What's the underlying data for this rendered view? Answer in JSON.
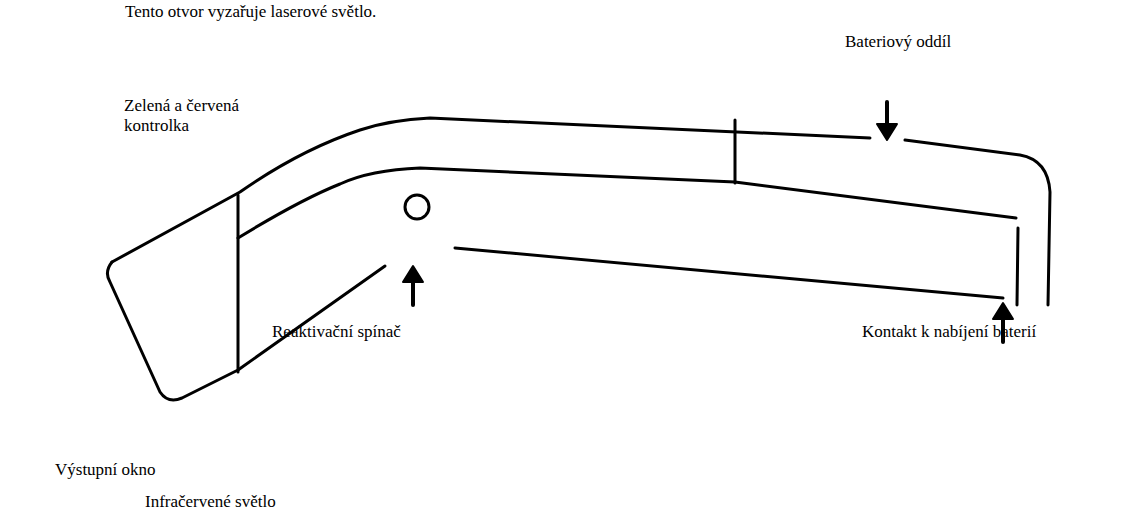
{
  "diagram": {
    "labels": [
      "Tento otvor vyzařuje laserové světlo.",
      "Bateriový oddíl",
      "Zelená a červená kontrolka",
      "Reaktivační spínač",
      "Kontakt k nabíjení baterií",
      "Výstupní okno",
      "Infračervené světlo"
    ]
  }
}
